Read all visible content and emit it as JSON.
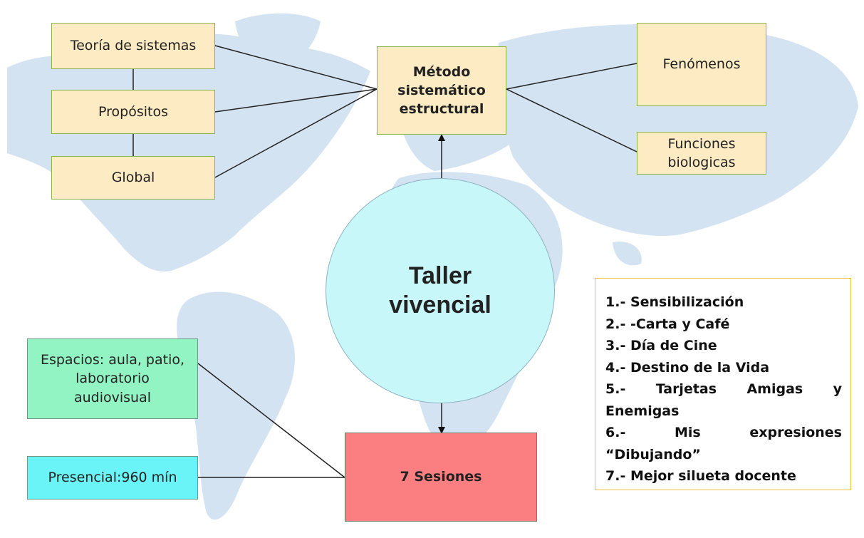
{
  "nodes": {
    "teoria": "Teoría de sistemas",
    "propositos": "Propósitos",
    "global": "Global",
    "metodo": "Método sistemático estructural",
    "fenomenos": "Fenómenos",
    "funciones": "Funciones biologicas",
    "taller": "Taller vivencial",
    "espacios": "Espacios: aula, patio, laboratorio audiovisual",
    "presencial": "Presencial:960 mín",
    "sesiones": "7 Sesiones"
  },
  "session_list": [
    "1.- Sensibilización",
    "2.- -Carta y Café",
    "3.- Día de Cine",
    "4.- Destino de la Vida",
    "5.- Tarjetas Amigas y Enemigas",
    "6.- Mis expresiones “Dibujando”",
    "7.- Mejor silueta docente"
  ],
  "colors": {
    "map": "#cfe0f0",
    "yellow_box": "#fdebc4",
    "green_box": "#92f4c2",
    "cyan_box": "#6bf4f7",
    "red_box": "#fb7e80",
    "circle": "#c8f7f9",
    "list_border": "#f0c040"
  }
}
